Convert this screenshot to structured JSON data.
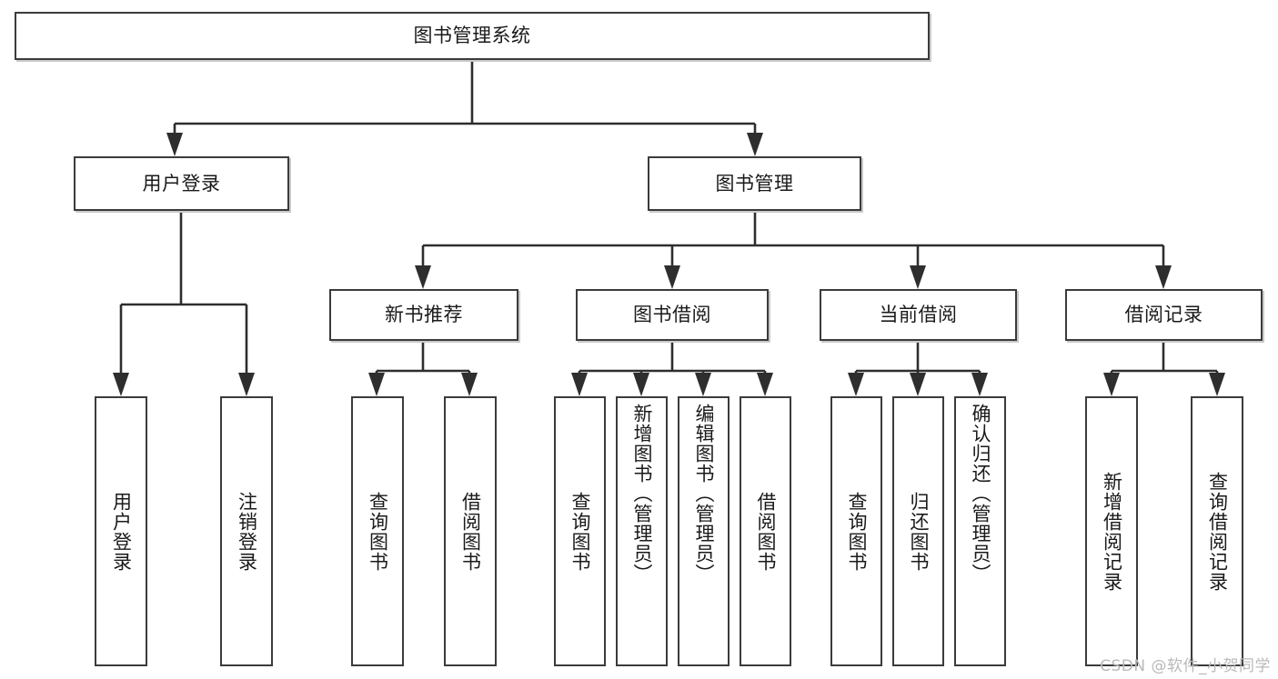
{
  "diagram": {
    "type": "tree-hierarchy-chart",
    "title_node": {
      "label": "图书管理系统"
    },
    "level2": [
      {
        "label": "用户登录"
      },
      {
        "label": "图书管理"
      }
    ],
    "level3": [
      {
        "label": "新书推荐"
      },
      {
        "label": "图书借阅"
      },
      {
        "label": "当前借阅"
      },
      {
        "label": "借阅记录"
      }
    ],
    "leaves": {
      "user_login": [
        {
          "label": "用户登录"
        },
        {
          "label": "注销登录"
        }
      ],
      "new_book_recommend": [
        {
          "label": "查询图书"
        },
        {
          "label": "借阅图书"
        }
      ],
      "book_borrow": [
        {
          "label": "查询图书"
        },
        {
          "label": "新增图书（管理员）"
        },
        {
          "label": "编辑图书（管理员）"
        },
        {
          "label": "借阅图书"
        }
      ],
      "current_borrow": [
        {
          "label": "查询图书"
        },
        {
          "label": "归还图书"
        },
        {
          "label": "确认归还（管理员）"
        }
      ],
      "borrow_record": [
        {
          "label": "新增借阅记录"
        },
        {
          "label": "查询借阅记录"
        }
      ]
    }
  },
  "watermark": {
    "text": "CSDN @软件_小贺同学"
  },
  "colors": {
    "box_border": "#3b3b3b",
    "line": "#2e2e2e",
    "text": "#1a1a1a",
    "background": "#ffffff",
    "watermark": "#b9b9b9"
  }
}
